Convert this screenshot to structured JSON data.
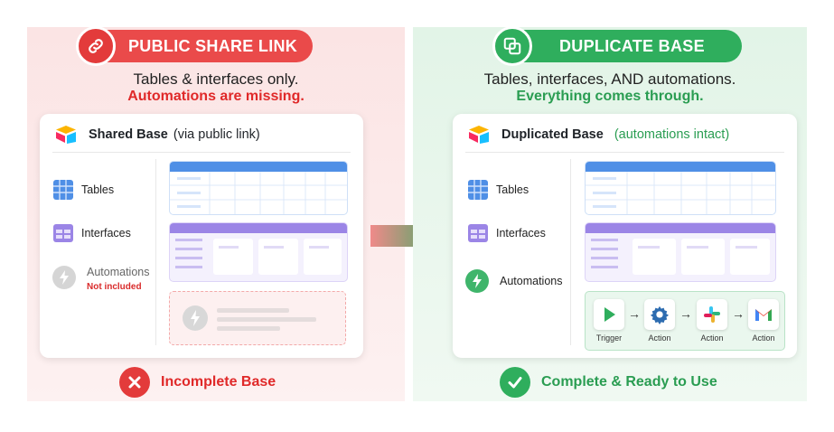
{
  "left": {
    "pill_label": "PUBLIC SHARE LINK",
    "subtitle": "Tables & interfaces only.",
    "warning": "Automations are missing.",
    "card_title": "Shared Base",
    "card_note": "(via public link)",
    "items": {
      "tables": "Tables",
      "interfaces": "Interfaces",
      "automations": "Automations",
      "not_included": "Not included"
    },
    "footer": "Incomplete Base"
  },
  "right": {
    "pill_label": "DUPLICATE BASE",
    "subtitle": "Tables, interfaces, AND automations.",
    "highlight": "Everything comes through.",
    "card_title": "Duplicated Base",
    "card_note": "(automations intact)",
    "items": {
      "tables": "Tables",
      "interfaces": "Interfaces",
      "automations": "Automations"
    },
    "workflow": [
      "Trigger",
      "Action",
      "Action",
      "Action"
    ],
    "footer": "Complete & Ready to Use"
  },
  "colors": {
    "red": "#ea4a4a",
    "green": "#2fae5d",
    "table_blue": "#4f8fe6",
    "interface_purple": "#9b85e6"
  }
}
